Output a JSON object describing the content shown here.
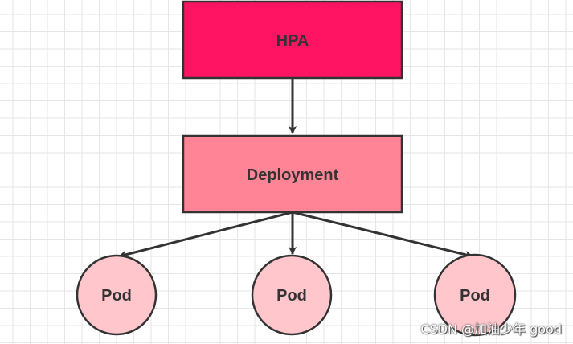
{
  "nodes": {
    "hpa": {
      "label": "HPA",
      "fill": "#ff1464"
    },
    "deployment": {
      "label": "Deployment",
      "fill": "#ff8496"
    },
    "pods": [
      {
        "label": "Pod",
        "fill": "#ffc6cc"
      },
      {
        "label": "Pod",
        "fill": "#ffc6cc"
      },
      {
        "label": "Pod",
        "fill": "#ffc6cc"
      }
    ]
  },
  "edges": [
    {
      "from": "HPA",
      "to": "Deployment"
    },
    {
      "from": "Deployment",
      "to": "Pod 1"
    },
    {
      "from": "Deployment",
      "to": "Pod 2"
    },
    {
      "from": "Deployment",
      "to": "Pod 3"
    }
  ],
  "colors": {
    "stroke": "#333333",
    "grid": "#e6e6e6"
  },
  "watermark": "CSDN @加油少年 good"
}
